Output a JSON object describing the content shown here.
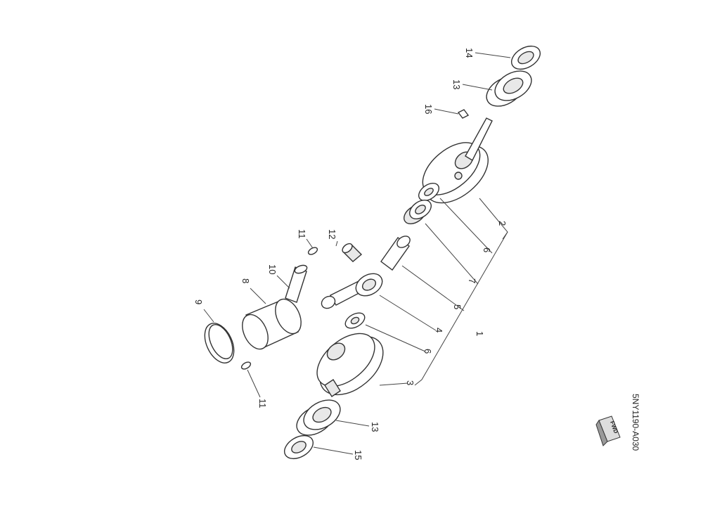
{
  "labels": [
    "14",
    "13",
    "16",
    "2",
    "6",
    "7",
    "5",
    "1",
    "4",
    "6",
    "3",
    "12",
    "11",
    "10",
    "8",
    "9",
    "11",
    "13",
    "15"
  ],
  "fwd": "FWD",
  "code": "5NY1190-A030"
}
